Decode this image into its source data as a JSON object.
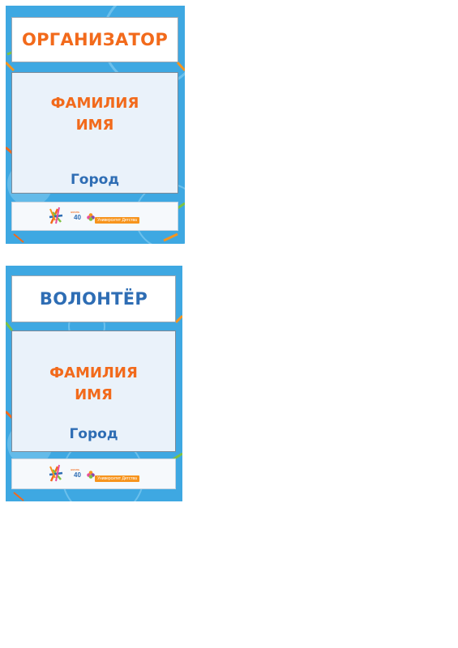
{
  "badges": [
    {
      "role": "ОРГАНИЗАТОР",
      "role_color": "#f26a1b",
      "name_line1": "ФАМИЛИЯ",
      "name_line2": "ИМЯ",
      "city": "Город",
      "logo_year": "40",
      "logo_small": "жизнь",
      "logo_university": "Университет Детства"
    },
    {
      "role": "ВОЛОНТЁР",
      "role_color": "#2e6db4",
      "name_line1": "ФАМИЛИЯ",
      "name_line2": "ИМЯ",
      "city": "Город",
      "logo_year": "40",
      "logo_small": "жизнь",
      "logo_university": "Университет Детства"
    }
  ],
  "colors": {
    "badge_background": "#3ea8e2",
    "name": "#f26a1b",
    "city": "#2e6db4"
  }
}
